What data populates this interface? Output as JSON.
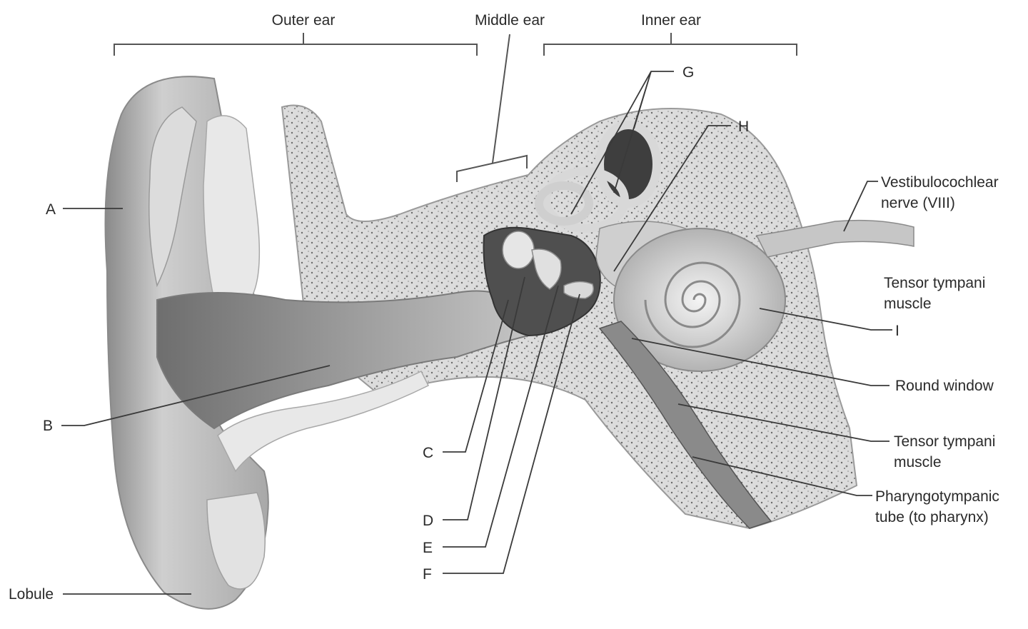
{
  "regions": {
    "outer_ear": "Outer ear",
    "middle_ear": "Middle ear",
    "inner_ear": "Inner ear"
  },
  "labels": {
    "A": "A",
    "B": "B",
    "C": "C",
    "D": "D",
    "E": "E",
    "F": "F",
    "G": "G",
    "H": "H",
    "I": "I",
    "lobule": "Lobule",
    "vestibulocochlear_line1": "Vestibulocochlear",
    "vestibulocochlear_line2": "nerve (VIII)",
    "tensor_upper_line1": "Tensor tympani",
    "tensor_upper_line2": "muscle",
    "round_window": "Round window",
    "tensor_lower_line1": "Tensor tympani",
    "tensor_lower_line2": "muscle",
    "pharyngo_line1": "Pharyngotympanic",
    "pharyngo_line2": "tube (to pharynx)"
  },
  "colors": {
    "background": "#ffffff",
    "tissue_light": "#e4e4e4",
    "tissue_mid": "#b8b8b8",
    "tissue_dark": "#7a7a7a",
    "bone": "#d0d0d0",
    "text": "#2a2a2a"
  }
}
